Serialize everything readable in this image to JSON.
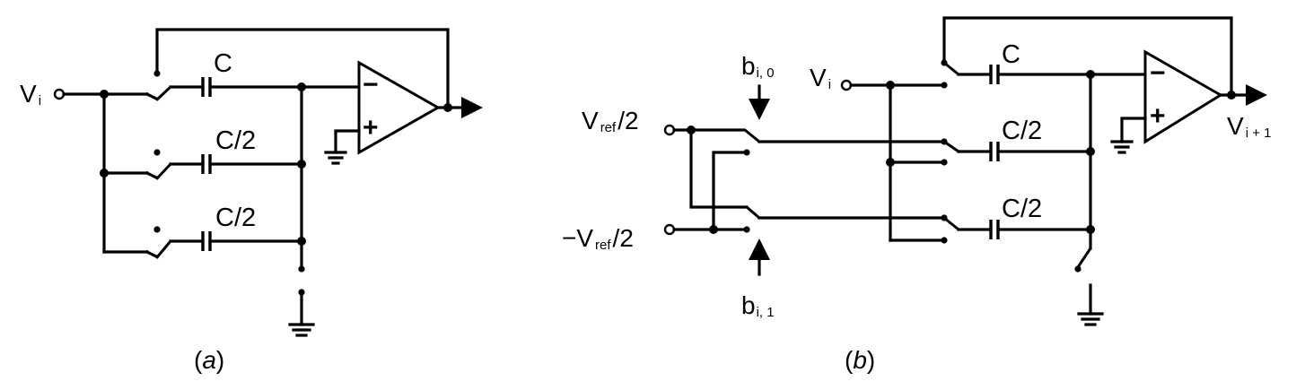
{
  "panel_a": {
    "input_label": "V",
    "input_sub": "i",
    "cap_top": "C",
    "cap_mid": "C/2",
    "cap_bot": "C/2",
    "opamp_minus": "−",
    "opamp_plus": "+",
    "caption_letter": "a"
  },
  "panel_b": {
    "vref_pos_label": "V",
    "vref_pos_sub": "ref",
    "vref_pos_tail": "/2",
    "vref_neg_prefix": "−V",
    "vref_neg_sub": "ref",
    "vref_neg_tail": "/2",
    "ctrl_top_label": "b",
    "ctrl_top_sub": "i, 0",
    "ctrl_bot_label": "b",
    "ctrl_bot_sub": "i, 1",
    "input_label": "V",
    "input_sub": "i",
    "output_label": "V",
    "output_sub": "i + 1",
    "cap_top": "C",
    "cap_mid": "C/2",
    "cap_bot": "C/2",
    "opamp_minus": "−",
    "opamp_plus": "+",
    "caption_letter": "b"
  }
}
